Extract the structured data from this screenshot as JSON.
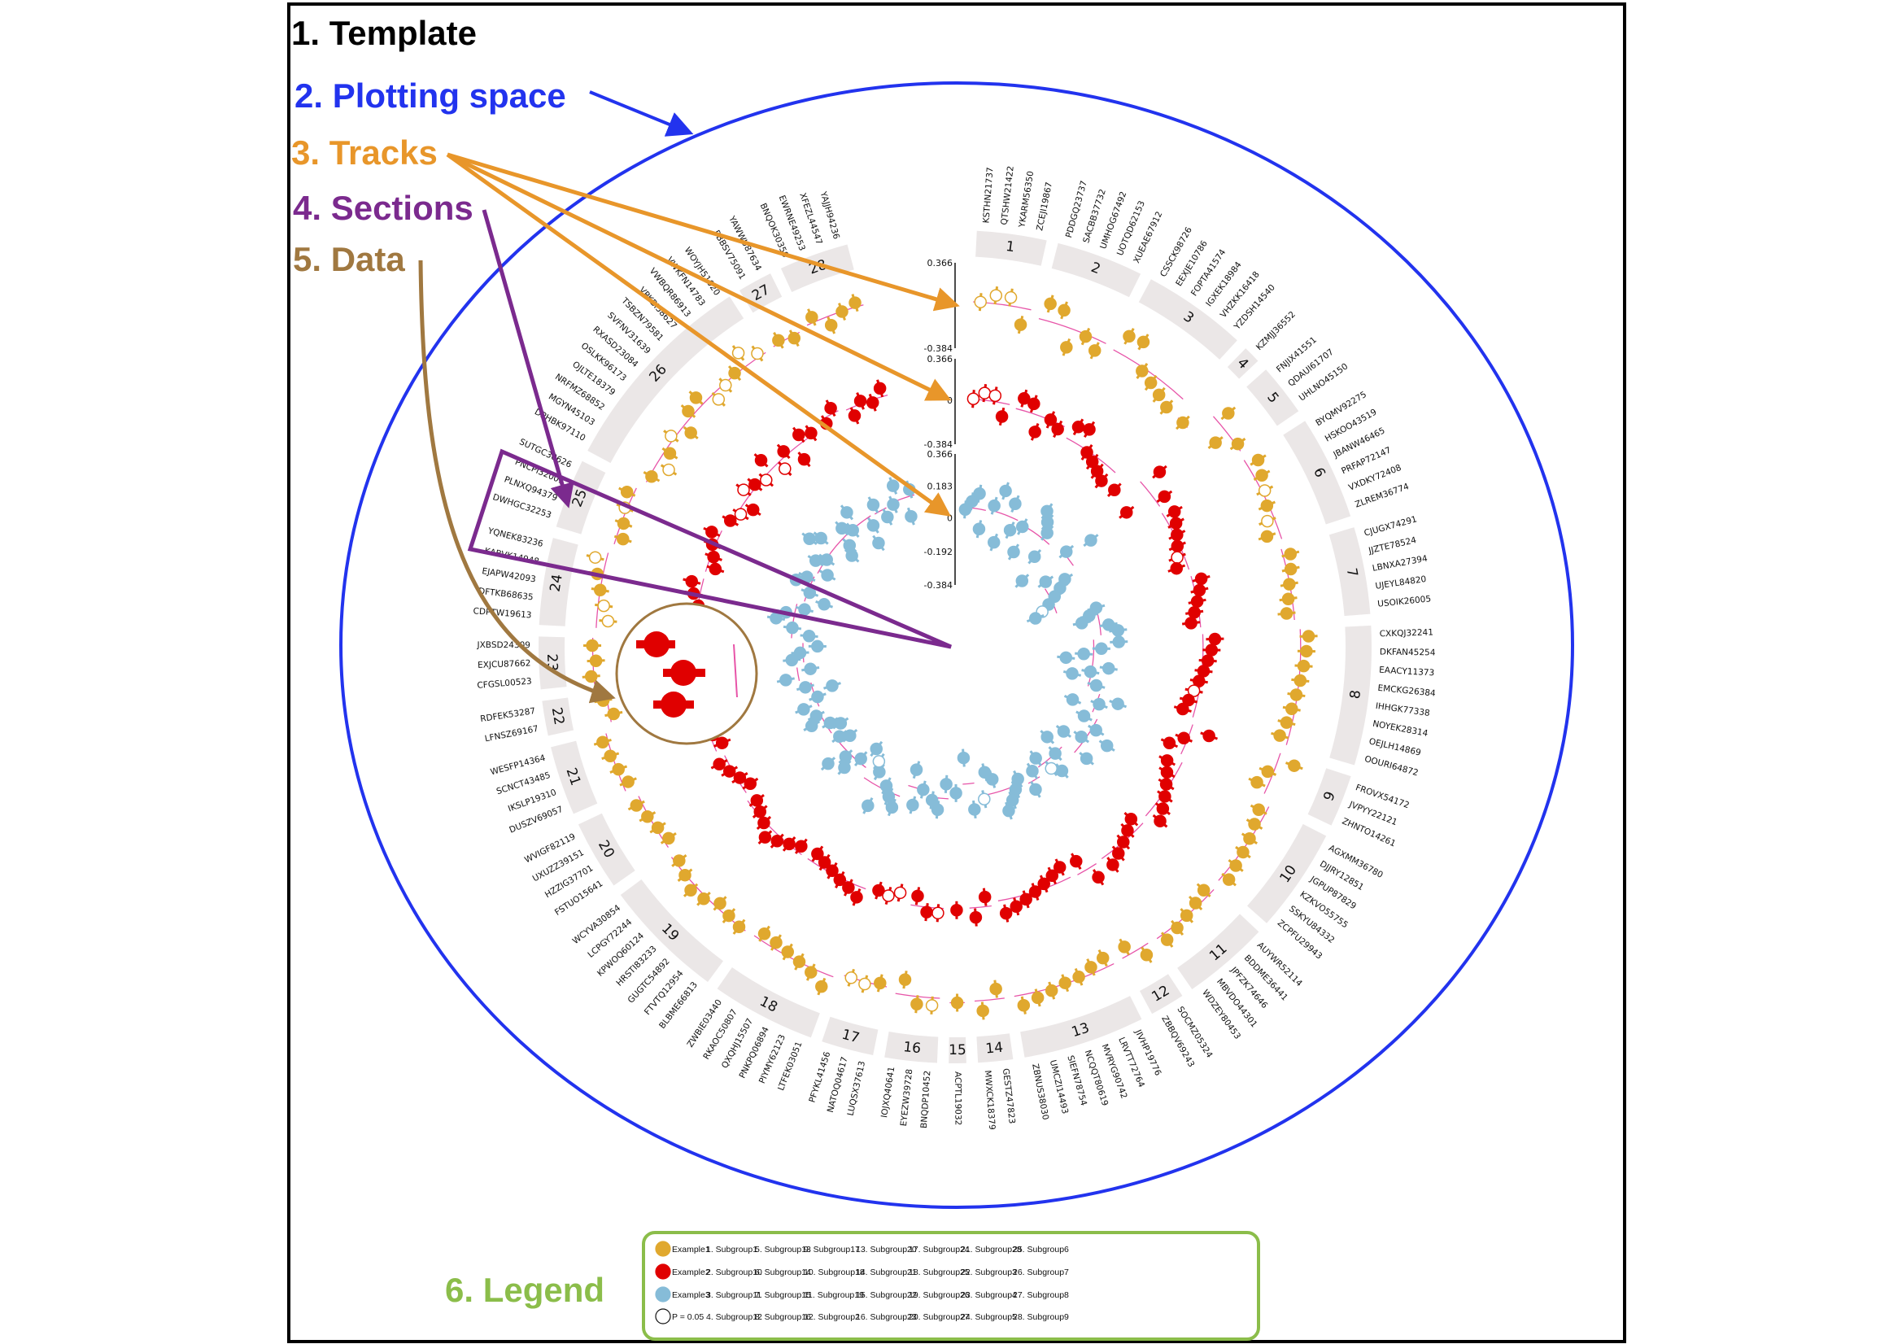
{
  "annotations": {
    "template": "1. Template",
    "plotting_space": "2. Plotting space",
    "tracks": "3. Tracks",
    "sections": "4. Sections",
    "data": "5. Data",
    "legend": "6. Legend"
  },
  "colors": {
    "template": "#000000",
    "plotting_space": "#2233ee",
    "tracks": "#e8962a",
    "sections": "#7b2a8e",
    "data": "#a07840",
    "legend": "#8bbd4a",
    "section_band": "#ebe7e7",
    "mean_line": "#e754a8"
  },
  "chart_data": {
    "type": "circular-scatter",
    "tracks": [
      {
        "name": "Example1",
        "color": "#e0a82e",
        "ylim": [
          -0.384,
          0.366
        ],
        "ticks": [
          "0.366",
          "-0.384"
        ],
        "values": [
          0.03,
          0.1,
          0.1,
          -0.12,
          0.12,
          0.1,
          -0.2,
          -0.05,
          -0.13,
          0.12,
          0.14,
          -0.08,
          -0.12,
          -0.16,
          -0.2,
          -0.2,
          0.15,
          -0.1,
          0.05,
          0.12,
          0.08,
          0.04,
          0.0,
          -0.05,
          -0.1,
          0.05,
          0.02,
          -0.02,
          -0.05,
          -0.08,
          0.1,
          0.08,
          0.06,
          0.04,
          0.02,
          0.0,
          -0.02,
          -0.05,
          0.15,
          -0.05,
          -0.1,
          0.02,
          0.05,
          0.08,
          0.1,
          0.12,
          0.15,
          0.05,
          0.08,
          0.11,
          0.14,
          0.17,
          0.18,
          0.02,
          0.02,
          0.05,
          0.09,
          0.1,
          0.13,
          0.16,
          0.2,
          0.02,
          0.2,
          0.12,
          0.15,
          0.15,
          -0.05,
          0.02,
          0.06,
          0.04,
          0.2,
          0.12,
          0.08,
          0.05,
          0.03,
          0.02,
          0.1,
          0.08,
          0.05,
          0.12,
          0.15,
          0.1,
          0.06,
          0.02,
          0.05,
          0.08,
          0.12,
          0.1,
          0.14,
          0.17,
          0.2,
          0.05,
          0.12,
          0.2,
          0.15,
          0.18,
          0.05,
          0.1,
          0.15,
          0.2,
          0.25,
          0.06,
          0.1,
          0.14,
          0.18,
          0.05,
          -0.05,
          0.02,
          0.1,
          -0.02,
          0.12,
          0.15,
          0.0,
          0.05,
          0.08,
          0.2,
          0.1,
          0.1,
          0.05,
          0.15,
          0.02,
          0.1,
          0.14
        ],
        "open": [
          0,
          1,
          2,
          21,
          23,
          64,
          68,
          69,
          96,
          97,
          100,
          103,
          106,
          108,
          112,
          113,
          115,
          116
        ]
      },
      {
        "name": "Example2",
        "color": "#e00000",
        "ylim": [
          -0.384,
          0.366
        ],
        "ticks": [
          "0.366",
          "0",
          "-0.384"
        ],
        "values": [
          0.02,
          0.08,
          0.07,
          -0.1,
          0.1,
          0.08,
          -0.15,
          0.0,
          -0.05,
          0.05,
          0.08,
          -0.1,
          -0.14,
          -0.18,
          -0.22,
          -0.2,
          0.2,
          -0.25,
          0.1,
          0.1,
          0.06,
          0.02,
          -0.02,
          -0.06,
          -0.1,
          0.08,
          0.04,
          0.0,
          -0.04,
          -0.08,
          0.12,
          0.09,
          0.06,
          0.03,
          0.0,
          -0.03,
          -0.06,
          -0.09,
          0.2,
          0.0,
          -0.1,
          -0.05,
          0.0,
          0.05,
          0.1,
          0.15,
          0.2,
          0.0,
          0.05,
          0.1,
          0.15,
          0.2,
          0.22,
          0.0,
          -0.02,
          0.02,
          0.06,
          0.1,
          0.14,
          0.18,
          0.22,
          0.05,
          0.22,
          0.15,
          0.18,
          0.18,
          0.05,
          0.05,
          0.1,
          0.08,
          0.2,
          0.15,
          0.12,
          0.08,
          0.05,
          0.02,
          0.05,
          0.1,
          0.15,
          0.2,
          0.12,
          0.08,
          0.04,
          0.0,
          0.05,
          0.1,
          0.15,
          0.05,
          0.1,
          0.15,
          0.2,
          0.05,
          0.1,
          0.15,
          0.1,
          0.12,
          0.02,
          0.08,
          0.12,
          0.18,
          0.22,
          0.05,
          0.1,
          0.15,
          0.2,
          0.1,
          0.05,
          -0.02,
          0.15,
          0.1,
          0.05,
          0.2,
          0.0,
          0.12,
          -0.05,
          0.15,
          0.1,
          0.1,
          0.2,
          0.05,
          0.15,
          0.1,
          0.2
        ],
        "open": [
          0,
          1,
          2,
          23,
          35,
          64,
          67,
          68,
          106,
          108,
          110,
          112
        ]
      },
      {
        "name": "Example3",
        "color": "#86bcd8",
        "ylim": [
          -0.384,
          0.366
        ],
        "ticks": [
          "0.366",
          "0.183",
          "0",
          "-0.192",
          "-0.384"
        ],
        "values": [
          0.05,
          0.1,
          0.15,
          -0.05,
          0.1,
          0.2,
          -0.1,
          0.15,
          0.0,
          0.05,
          -0.1,
          0.2,
          0.15,
          0.1,
          -0.05,
          -0.2,
          0.1,
          0.25,
          -0.1,
          0.0,
          -0.05,
          -0.1,
          -0.15,
          -0.2,
          -0.25,
          0.1,
          0.05,
          0.0,
          0.15,
          0.2,
          0.2,
          0.1,
          0.0,
          -0.1,
          0.15,
          0.05,
          -0.05,
          0.1,
          0.25,
          0.15,
          0.0,
          0.1,
          0.2,
          0.3,
          0.15,
          0.05,
          0.25,
          0.0,
          0.1,
          0.2,
          0.15,
          0.05,
          0.1,
          0.2,
          0.1,
          0.15,
          0.2,
          0.25,
          0.05,
          0.0,
          0.15,
          0.2,
          -0.1,
          0.1,
          0.05,
          0.2,
          0.15,
          0.1,
          0.2,
          0.0,
          0.25,
          0.2,
          0.15,
          0.3,
          0.1,
          0.05,
          0.0,
          0.1,
          0.2,
          0.15,
          0.25,
          0.05,
          0.1,
          0.05,
          0.1,
          0.2,
          0.15,
          0.2,
          0.1,
          0.0,
          0.15,
          0.25,
          0.1,
          0.2,
          0.15,
          0.05,
          0.1,
          0.2,
          0.3,
          0.25,
          0.15,
          0.05,
          0.15,
          0.25,
          0.2,
          0.1,
          0.2,
          0.15,
          0.3,
          0.25,
          0.05,
          0.1,
          0.2,
          0.15,
          0.25,
          0.0,
          0.1,
          0.2,
          0.1,
          0.15,
          0.25,
          0.05,
          0.2
        ],
        "open": [
          23,
          50,
          60,
          75
        ]
      }
    ],
    "sections": [
      {
        "id": "1",
        "genes": [
          "KSTHN21737",
          "QTSHW21422",
          "YKARM56350",
          "ZCEJI19867"
        ]
      },
      {
        "id": "2",
        "genes": [
          "PDDGQ23737",
          "SACBB37732",
          "UMHOG67492",
          "UOTQD62153",
          "XUEAE67912"
        ]
      },
      {
        "id": "3",
        "genes": [
          "CSSCK98726",
          "EEXJE10786",
          "FOPTA41574",
          "IGXEK18984",
          "VHZKK16418",
          "YZDSH14540"
        ]
      },
      {
        "id": "4",
        "genes": [
          "KZMJJ36552"
        ]
      },
      {
        "id": "5",
        "genes": [
          "FNJIX41551",
          "QDAUI61707",
          "UHLNO45150"
        ]
      },
      {
        "id": "6",
        "genes": [
          "BYQMV92275",
          "HSKOO43519",
          "JBANW46465",
          "PRFAP72147",
          "VXDKY72408",
          "ZLREM36774"
        ]
      },
      {
        "id": "7",
        "genes": [
          "CJUGX74291",
          "JJZTE78524",
          "LBNXA27394",
          "UJEYL84820",
          "USOIK26005"
        ]
      },
      {
        "id": "8",
        "genes": [
          "CXKQJ32241",
          "DKFAN45254",
          "EAACY11373",
          "EMCKG26384",
          "IHHGK77338",
          "NOYEK28314",
          "OEJLH14869",
          "OOURI64872"
        ]
      },
      {
        "id": "9",
        "genes": [
          "FROVX54172",
          "JVPYY22121",
          "ZHNTO14261"
        ]
      },
      {
        "id": "10",
        "genes": [
          "AGXMM36780",
          "DJJRY12851",
          "JGPUP87829",
          "KZKVO55755",
          "SSKYU84332",
          "ZCPFU29943"
        ]
      },
      {
        "id": "11",
        "genes": [
          "AUYWR52114",
          "BDDME36441",
          "JPFZK74646",
          "MBVDO44301",
          "WDZEY80453"
        ]
      },
      {
        "id": "12",
        "genes": [
          "SOCMZ05324",
          "ZBBQV69243"
        ]
      },
      {
        "id": "13",
        "genes": [
          "JIVHP19776",
          "LRVTT72764",
          "MVRYG90742",
          "NCQQT80619",
          "SIEFN78754",
          "UMCZI14493",
          "ZBNUS38030"
        ]
      },
      {
        "id": "14",
        "genes": [
          "GESTZ47823",
          "MWXCK18379"
        ]
      },
      {
        "id": "15",
        "genes": [
          "ACPTL19032"
        ]
      },
      {
        "id": "16",
        "genes": [
          "BNQDP10452",
          "EYEZW39728",
          "IOJXQ40641"
        ]
      },
      {
        "id": "17",
        "genes": [
          "LUQSX37613",
          "NATOQ04617",
          "PFYKL41456"
        ]
      },
      {
        "id": "18",
        "genes": [
          "LTFEK03051",
          "PIYMY62123",
          "PNKPQ06894",
          "QXQHJ15507",
          "RKAOC50807",
          "ZWBIE03440"
        ]
      },
      {
        "id": "19",
        "genes": [
          "BLBME66813",
          "FTVTQ12954",
          "GUGTC54892",
          "HRSTI83233",
          "KPWOQ60124",
          "LCPGY72244",
          "WCYVA30854"
        ]
      },
      {
        "id": "20",
        "genes": [
          "FSTUO15641",
          "HZZIG37701",
          "UXUZZ39151",
          "WVIGF82119"
        ]
      },
      {
        "id": "21",
        "genes": [
          "DUSZV69057",
          "IKSLP19310",
          "SCNCT43485",
          "WESFP14364"
        ]
      },
      {
        "id": "22",
        "genes": [
          "LFNSZ69167",
          "RDFEK53287"
        ]
      },
      {
        "id": "23",
        "genes": [
          "CFGSL00523",
          "EXJCU87662",
          "JXBSD24309"
        ]
      },
      {
        "id": "24",
        "genes": [
          "CDPTW19613",
          "DFTKB68635",
          "EJAPW42093",
          "KABVK14948",
          "YQNEK83236"
        ]
      },
      {
        "id": "25",
        "genes": [
          "DWHGC32253",
          "PLNXQ94379",
          "PNCPI32001",
          "SUTGC30626"
        ]
      },
      {
        "id": "26",
        "genes": [
          "DPHBK97110",
          "MGYN45103",
          "NRFMZ68852",
          "OJLTE18379",
          "OSLKK96173",
          "RXASD23084",
          "SVFNV31639",
          "TSBZN79581",
          "VPKBI58627",
          "VWBQR86913",
          "VWKFN14783",
          "WOYJH51020"
        ]
      },
      {
        "id": "27",
        "genes": [
          "PBBSV75091",
          "YAWWU87634"
        ]
      },
      {
        "id": "28",
        "genes": [
          "BNQOK30359",
          "EWRNE49253",
          "XFEZL44547",
          "YAJJH94236"
        ]
      }
    ]
  },
  "legend": {
    "series": [
      {
        "label": "Example1",
        "color": "#e0a82e",
        "open": false
      },
      {
        "label": "Example2",
        "color": "#e00000",
        "open": false
      },
      {
        "label": "Example3",
        "color": "#86bcd8",
        "open": false
      },
      {
        "label": "P = 0.05",
        "color": "#ffffff",
        "open": true
      }
    ],
    "subgroups": [
      "1. Subgroup1",
      "2. Subgroup10",
      "3. Subgroup11",
      "4. Subgroup12",
      "5. Subgroup13",
      "6. Subgroup14",
      "7. Subgroup15",
      "8. Subgroup16",
      "9. Subgroup17",
      "10. Subgroup18",
      "11. Subgroup19",
      "12. Subgroup2",
      "13. Subgroup20",
      "14. Subgroup21",
      "15. Subgroup22",
      "16. Subgroup23",
      "17. Subgroup24",
      "18. Subgroup25",
      "19. Subgroup26",
      "20. Subgroup27",
      "21. Subgroup28",
      "22. Subgroup3",
      "23. Subgroup4",
      "24. Subgroup5",
      "25. Subgroup6",
      "26. Subgroup7",
      "27. Subgroup8",
      "28. Subgroup9"
    ]
  }
}
